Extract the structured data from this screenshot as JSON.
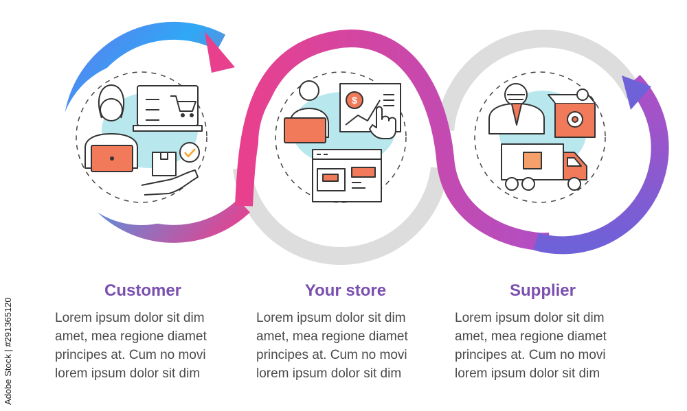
{
  "steps": [
    {
      "title": "Customer",
      "icon": "customer-online-shopping-icon",
      "lines": [
        "Lorem ipsum dolor sit dim",
        "amet, mea regione diamet",
        "principes at. Cum no movi",
        "lorem ipsum dolor sit dim"
      ]
    },
    {
      "title": "Your store",
      "icon": "online-store-analytics-icon",
      "lines": [
        "Lorem ipsum dolor sit dim",
        "amet, mea regione diamet",
        "principes at. Cum no movi",
        "lorem ipsum dolor sit dim"
      ]
    },
    {
      "title": "Supplier",
      "icon": "supplier-delivery-truck-icon",
      "lines": [
        "Lorem ipsum dolor sit dim",
        "amet, mea regione diamet",
        "principes at. Cum no movi",
        "lorem ipsum dolor sit dim"
      ]
    }
  ],
  "watermark": "Adobe Stock",
  "stock_id": "Adobe Stock | #291365120",
  "colors": {
    "ribbon_blue": "#2fa8f5",
    "ribbon_pink": "#e8408d",
    "ribbon_purple": "#7d5fd6",
    "loop_gray": "#dddddd",
    "title_purple": "#7a4fb0",
    "body_text": "#4a4a4a",
    "icon_teal": "#b8e8ee",
    "icon_orange": "#f07a5a",
    "icon_stroke": "#333333"
  }
}
